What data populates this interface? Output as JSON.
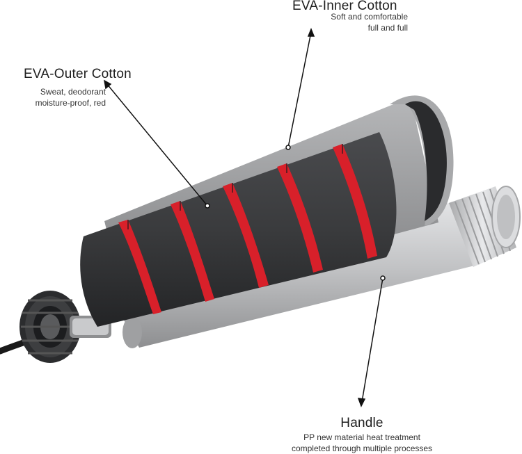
{
  "callouts": {
    "inner": {
      "title": "EVA-Inner Cotton",
      "lines": [
        "Soft and comfortable",
        "full and full"
      ]
    },
    "outer": {
      "title": "EVA-Outer Cotton",
      "lines": [
        "Sweat, deodorant",
        "moisture-proof, red"
      ]
    },
    "handle": {
      "title": "Handle",
      "lines": [
        "PP new material heat treatment",
        "completed through multiple processes"
      ]
    }
  },
  "colors": {
    "foam": "#3a3b3d",
    "foam_dark": "#242527",
    "stripe": "#d8202a",
    "inner_sleeve": "#9a9b9d",
    "handle": "#bdbec0",
    "thread": "#d6d7d9",
    "cap": "#2b2c2e",
    "leader": "#111111"
  },
  "icons": {
    "cable": "cable-icon",
    "cap": "end-cap-icon"
  }
}
